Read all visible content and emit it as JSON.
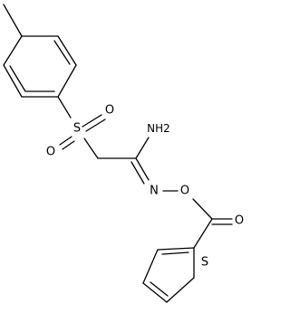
{
  "molecule": {
    "atom_labels": {
      "sulfonyl_s": "S",
      "sulfonyl_o_upper": "O",
      "sulfonyl_o_lower": "O",
      "amine": "NH2",
      "imine_n": "N",
      "oxime_o": "O",
      "carbonyl_o": "O",
      "thiophene_s": "S"
    }
  }
}
